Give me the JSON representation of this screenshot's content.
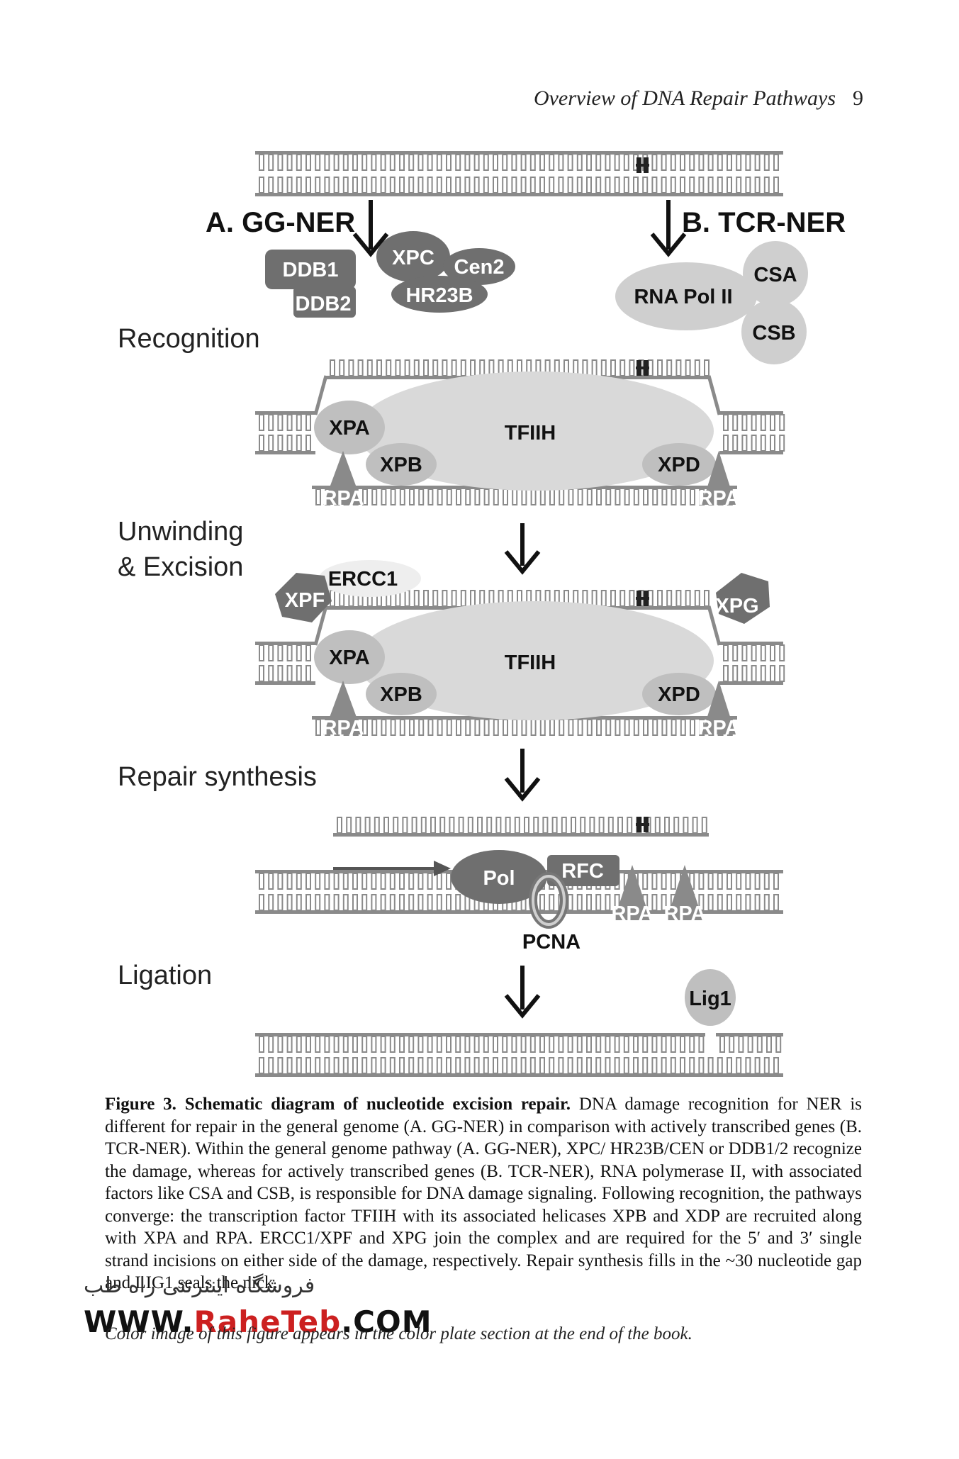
{
  "header": {
    "running_title": "Overview of DNA Repair Pathways",
    "page_number": "9"
  },
  "pathways": {
    "gg_ner": "A. GG-NER",
    "tcr_ner": "B. TCR-NER"
  },
  "stages": {
    "recognition": "Recognition",
    "unwinding_line1": "Unwinding",
    "unwinding_line2": "& Excision",
    "repair_synthesis": "Repair synthesis",
    "ligation": "Ligation"
  },
  "proteins": {
    "ddb1": "DDB1",
    "ddb2": "DDB2",
    "xpc": "XPC",
    "cen2": "Cen2",
    "hr23b": "HR23B",
    "rna_pol_ii": "RNA Pol II",
    "csa": "CSA",
    "csb": "CSB",
    "xpa": "XPA",
    "xpb": "XPB",
    "xpd": "XPD",
    "tfiih": "TFIIH",
    "rpa": "RPA",
    "ercc1": "ERCC1",
    "xpf": "XPF",
    "xpg": "XPG",
    "pol": "Pol",
    "rfc": "RFC",
    "pcna": "PCNA",
    "lig1": "Lig1"
  },
  "caption": {
    "label": "Figure 3. Schematic diagram of nucleotide excision repair.",
    "text": "DNA damage recognition for NER is different for repair in the general genome (A. GG-NER) in comparison with actively transcribed genes (B. TCR-NER). Within the general genome pathway (A. GG-NER), XPC/ HR23B/CEN or DDB1/2 recognize the damage, whereas for actively transcribed genes (B. TCR-NER), RNA polymerase II, with associated factors like CSA and CSB, is responsible for DNA damage signaling. Following recognition, the pathways converge: the transcription factor TFIIH with its associated helicases XPB and XDP are recruited along with XPA and RPA. ERCC1/XPF and XPG join the complex and are required for the 5′ and 3′ single strand incisions on either side of the damage, respectively. Repair synthesis fills in the ~30 nucleotide gap and LIG1 seals the nick.",
    "note": "Color image of this figure appears in the color plate section at the end of the book."
  },
  "watermark": {
    "persian": "فروشگاه اینترنتی راه طب",
    "www": "WWW.",
    "mid": "RaheTeb",
    "com": ".COM"
  },
  "colors": {
    "dark_protein": "#6f6f6f",
    "light_protein": "#cfcfcf",
    "tfiih": "#d9d9d9",
    "dna": "#8a8a8a"
  }
}
